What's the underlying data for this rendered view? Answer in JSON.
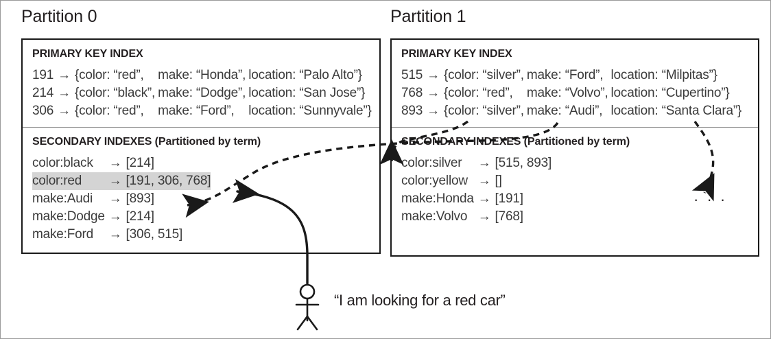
{
  "figure": {
    "title_partition_0": "Partition 0",
    "title_partition_1": "Partition 1",
    "ellipsis": "· · ·",
    "user_quote": "“I am looking for a red car”",
    "arrow_glyph": "→",
    "colors": {
      "frame_border": "#9a9a9a",
      "box_border": "#1a1a1a",
      "divider": "#8c8c8c",
      "text": "#3b3b3b",
      "heading": "#231f20",
      "highlight": "#d4d4d4",
      "arrow_stroke": "#1a1a1a"
    }
  },
  "partition_0": {
    "name": "Partition 0",
    "primary_key_index": {
      "heading": "PRIMARY KEY INDEX",
      "rows": [
        {
          "key": "191",
          "arrow": "→",
          "color": "{color: “red”,",
          "make": "make: “Honda”,",
          "location": "location: “Palo Alto”}"
        },
        {
          "key": "214",
          "arrow": "→",
          "color": "{color: “black”,",
          "make": "make: “Dodge”,",
          "location": "location: “San Jose”}"
        },
        {
          "key": "306",
          "arrow": "→",
          "color": "{color: “red”,",
          "make": "make: “Ford”,",
          "location": "location: “Sunnyvale”}"
        }
      ]
    },
    "secondary_indexes": {
      "heading": "SECONDARY INDEXES (Partitioned by term)",
      "rows": [
        {
          "term": "color:black",
          "arrow": "→",
          "postings": "[214]",
          "highlighted": false
        },
        {
          "term": "color:red",
          "arrow": "→",
          "postings": "[191, 306, 768]",
          "highlighted": true
        },
        {
          "term": "make:Audi",
          "arrow": "→",
          "postings": "[893]",
          "highlighted": false
        },
        {
          "term": "make:Dodge",
          "arrow": "→",
          "postings": "[214]",
          "highlighted": false
        },
        {
          "term": "make:Ford",
          "arrow": "→",
          "postings": "[306, 515]",
          "highlighted": false
        }
      ]
    }
  },
  "partition_1": {
    "name": "Partition 1",
    "primary_key_index": {
      "heading": "PRIMARY KEY INDEX",
      "rows": [
        {
          "key": "515",
          "arrow": "→",
          "color": "{color: “silver”,",
          "make": "make: “Ford”,",
          "location": "location: “Milpitas”}"
        },
        {
          "key": "768",
          "arrow": "→",
          "color": "{color: “red”,",
          "make": "make: “Volvo”,",
          "location": "location: “Cupertino”}"
        },
        {
          "key": "893",
          "arrow": "→",
          "color": "{color: “silver”,",
          "make": "make: “Audi”,",
          "location": "location: “Santa Clara”}"
        }
      ]
    },
    "secondary_indexes": {
      "heading": "SECONDARY INDEXES (Partitioned by term)",
      "rows": [
        {
          "term": "color:silver",
          "arrow": "→",
          "postings": "[515, 893]",
          "highlighted": false
        },
        {
          "term": "color:yellow",
          "arrow": "→",
          "postings": "[]",
          "highlighted": false
        },
        {
          "term": "make:Honda",
          "arrow": "→",
          "postings": "[191]",
          "highlighted": false
        },
        {
          "term": "make:Volvo",
          "arrow": "→",
          "postings": "[768]",
          "highlighted": false
        }
      ]
    }
  },
  "user": {
    "quote": "“I am looking for a red car”"
  }
}
